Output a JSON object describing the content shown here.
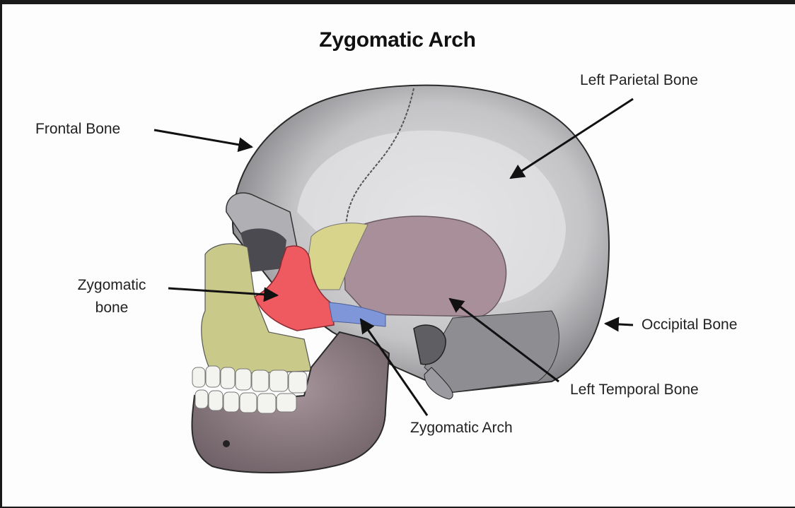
{
  "diagram": {
    "title": "Zygomatic Arch",
    "subject": "Lateral view of human skull",
    "labels": [
      {
        "id": "frontal",
        "text": "Frontal Bone"
      },
      {
        "id": "parietal",
        "text": "Left Parietal Bone"
      },
      {
        "id": "zygomatic-bone-1",
        "text": "Zygomatic"
      },
      {
        "id": "zygomatic-bone-2",
        "text": "bone"
      },
      {
        "id": "occipital",
        "text": "Occipital Bone"
      },
      {
        "id": "temporal",
        "text": "Left Temporal Bone"
      },
      {
        "id": "zygomatic-arch",
        "text": "Zygomatic Arch"
      }
    ],
    "colors": {
      "skull_gray": "#b9b9bc",
      "skull_light": "#dcdcdf",
      "zygomatic_red": "#ef5a61",
      "arch_blue": "#7f96d8",
      "maxilla_yellow": "#c9c98a",
      "sphenoid_yellow": "#d8d48c",
      "temporal_mauve": "#a98f9a",
      "mandible_mauve": "#958289",
      "teeth": "#f3f3f0",
      "arrow": "#111111"
    }
  }
}
